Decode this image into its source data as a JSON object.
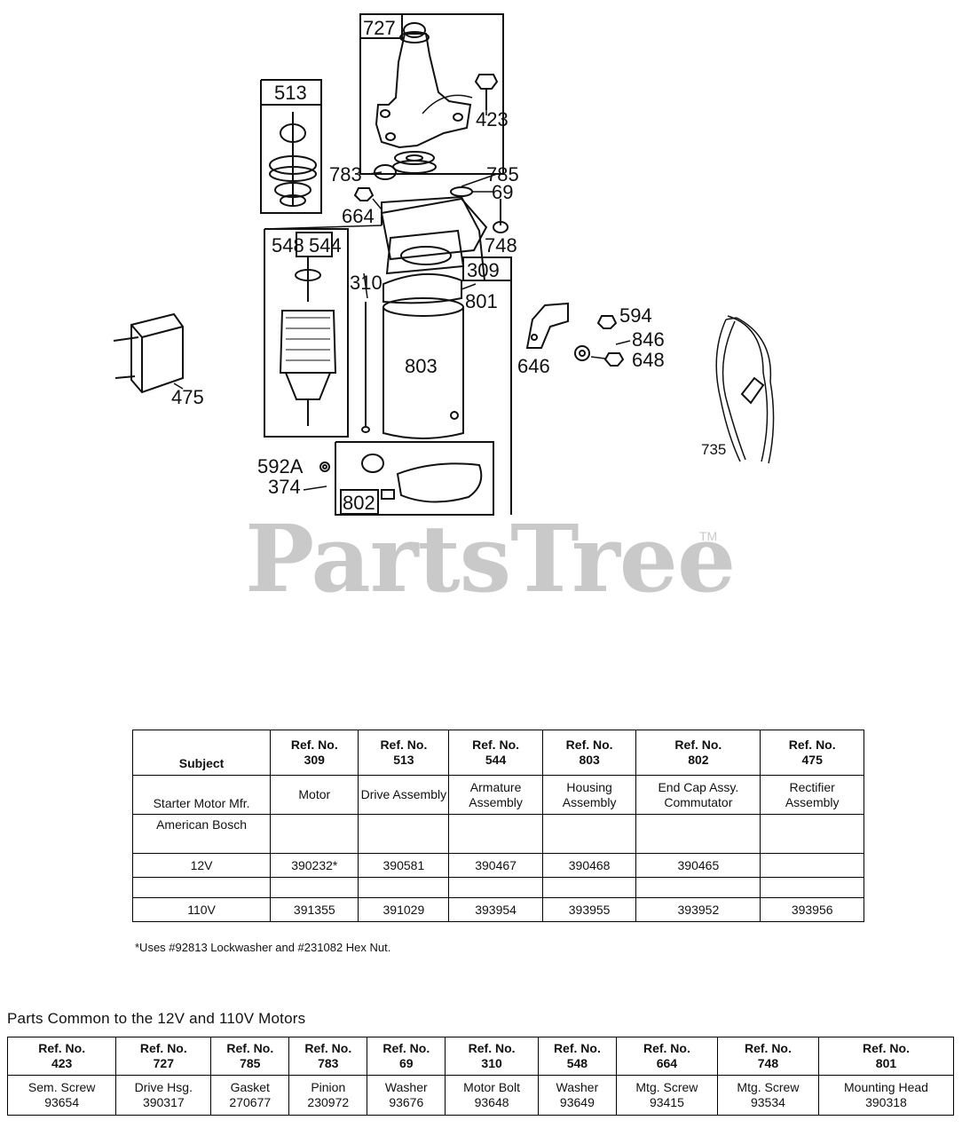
{
  "diagram": {
    "callouts": {
      "c727": "727",
      "c513": "513",
      "c423": "423",
      "c783": "783",
      "c785": "785",
      "c69": "69",
      "c664": "664",
      "c748": "748",
      "c548": "548",
      "c544": "544",
      "c309": "309",
      "c310": "310",
      "c801": "801",
      "c803": "803",
      "c594": "594",
      "c846": "846",
      "c648": "648",
      "c646": "646",
      "c475": "475",
      "c735": "735",
      "c592a": "592A",
      "c374": "374",
      "c802": "802"
    },
    "watermark": "PartsTree",
    "trademark": "TM"
  },
  "main_table": {
    "subject": "Subject",
    "columns": [
      {
        "ref_label": "Ref. No.",
        "ref": "309",
        "desc": "Motor"
      },
      {
        "ref_label": "Ref. No.",
        "ref": "513",
        "desc": "Drive Assembly"
      },
      {
        "ref_label": "Ref. No.",
        "ref": "544",
        "desc": "Armature Assembly"
      },
      {
        "ref_label": "Ref. No.",
        "ref": "803",
        "desc": "Housing Assembly"
      },
      {
        "ref_label": "Ref. No.",
        "ref": "802",
        "desc": "End Cap Assy. Commutator"
      },
      {
        "ref_label": "Ref. No.",
        "ref": "475",
        "desc": "Rectifier Assembly"
      }
    ],
    "mfr_label": "Starter Motor Mfr.",
    "manufacturer": "American Bosch",
    "rows": [
      {
        "label": "12V",
        "values": [
          "390232*",
          "390581",
          "390467",
          "390468",
          "390465",
          ""
        ]
      },
      {
        "label": "110V",
        "values": [
          "391355",
          "391029",
          "393954",
          "393955",
          "393952",
          "393956"
        ]
      }
    ]
  },
  "footnote": "*Uses #92813 Lockwasher and #231082 Hex Nut.",
  "common": {
    "title": "Parts Common to the 12V and 110V Motors",
    "parts": [
      {
        "ref_label": "Ref. No.",
        "ref": "423",
        "desc": "Sem. Screw",
        "part": "93654"
      },
      {
        "ref_label": "Ref. No.",
        "ref": "727",
        "desc": "Drive Hsg.",
        "part": "390317"
      },
      {
        "ref_label": "Ref. No.",
        "ref": "785",
        "desc": "Gasket",
        "part": "270677"
      },
      {
        "ref_label": "Ref. No.",
        "ref": "783",
        "desc": "Pinion",
        "part": "230972"
      },
      {
        "ref_label": "Ref. No.",
        "ref": "69",
        "desc": "Washer",
        "part": "93676"
      },
      {
        "ref_label": "Ref. No.",
        "ref": "310",
        "desc": "Motor Bolt",
        "part": "93648"
      },
      {
        "ref_label": "Ref. No.",
        "ref": "548",
        "desc": "Washer",
        "part": "93649"
      },
      {
        "ref_label": "Ref. No.",
        "ref": "664",
        "desc": "Mtg. Screw",
        "part": "93415"
      },
      {
        "ref_label": "Ref. No.",
        "ref": "748",
        "desc": "Mtg. Screw",
        "part": "93534"
      },
      {
        "ref_label": "Ref. No.",
        "ref": "801",
        "desc": "Mounting Head",
        "part": "390318"
      }
    ]
  }
}
